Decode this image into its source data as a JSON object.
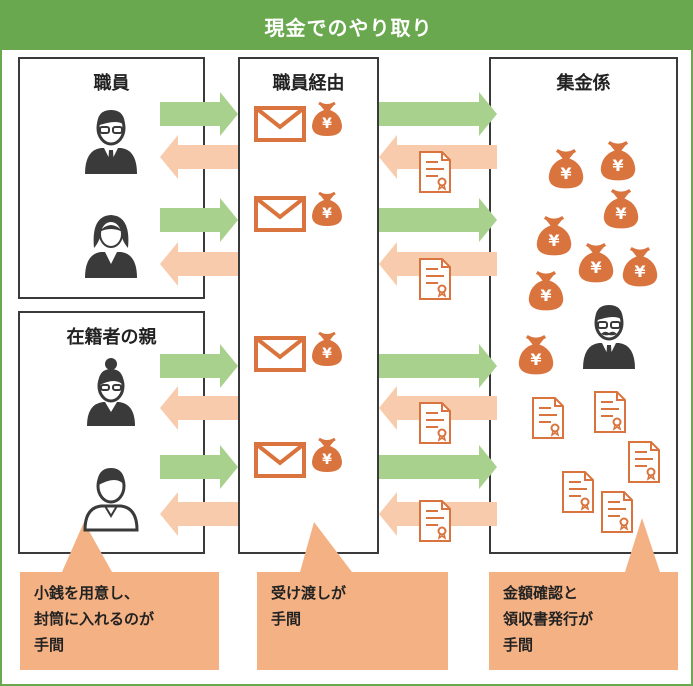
{
  "title": "現金でのやり取り",
  "panels": {
    "staff": "職員",
    "via_staff": "職員経由",
    "collector": "集金係",
    "parents": "在籍者の親"
  },
  "callouts": {
    "left": [
      "小銭を用意し、",
      "封筒に入れるのが",
      "手間"
    ],
    "middle": [
      "受け渡しが",
      "手間"
    ],
    "right": [
      "金額確認と",
      "領収書発行が",
      "手間"
    ]
  },
  "icons": {
    "yen_glyph": "¥",
    "money_bag": "money-bag-icon",
    "envelope": "envelope-icon",
    "receipt": "receipt-icon",
    "person": "person-icon"
  },
  "colors": {
    "green": "#6aa84f",
    "green_arrow": "#a9d18e",
    "orange_arrow": "#f8cbad",
    "orange": "#d9743e",
    "callout": "#f4b183"
  }
}
